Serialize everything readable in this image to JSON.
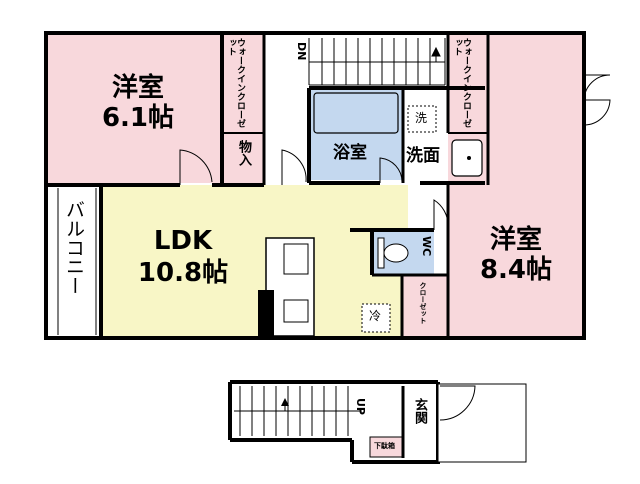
{
  "rooms": {
    "west_room": {
      "name": "洋室",
      "size": "6.1帖"
    },
    "east_room": {
      "name": "洋室",
      "size": "8.4帖"
    },
    "ldk": {
      "name": "LDK",
      "size": "10.8帖"
    },
    "bath": "浴室",
    "washroom": "洗面",
    "storage": "物入",
    "wc": "WC",
    "balcony": "バルコニー",
    "entrance": "玄関"
  },
  "closets": {
    "walk_in_left": "ウォークインクローゼット",
    "walk_in_right": "ウォークインクローゼット",
    "closet": "クローゼット",
    "shoe_box": "下駄箱"
  },
  "fixtures": {
    "washer": "洗",
    "fridge": "冷"
  },
  "stairs": {
    "down": "DN",
    "up": "UP"
  },
  "colors": {
    "bedroom": "#f8d8dc",
    "ldk": "#f8f6c6",
    "bath": "#c4d8ef",
    "wall": "#000000"
  }
}
